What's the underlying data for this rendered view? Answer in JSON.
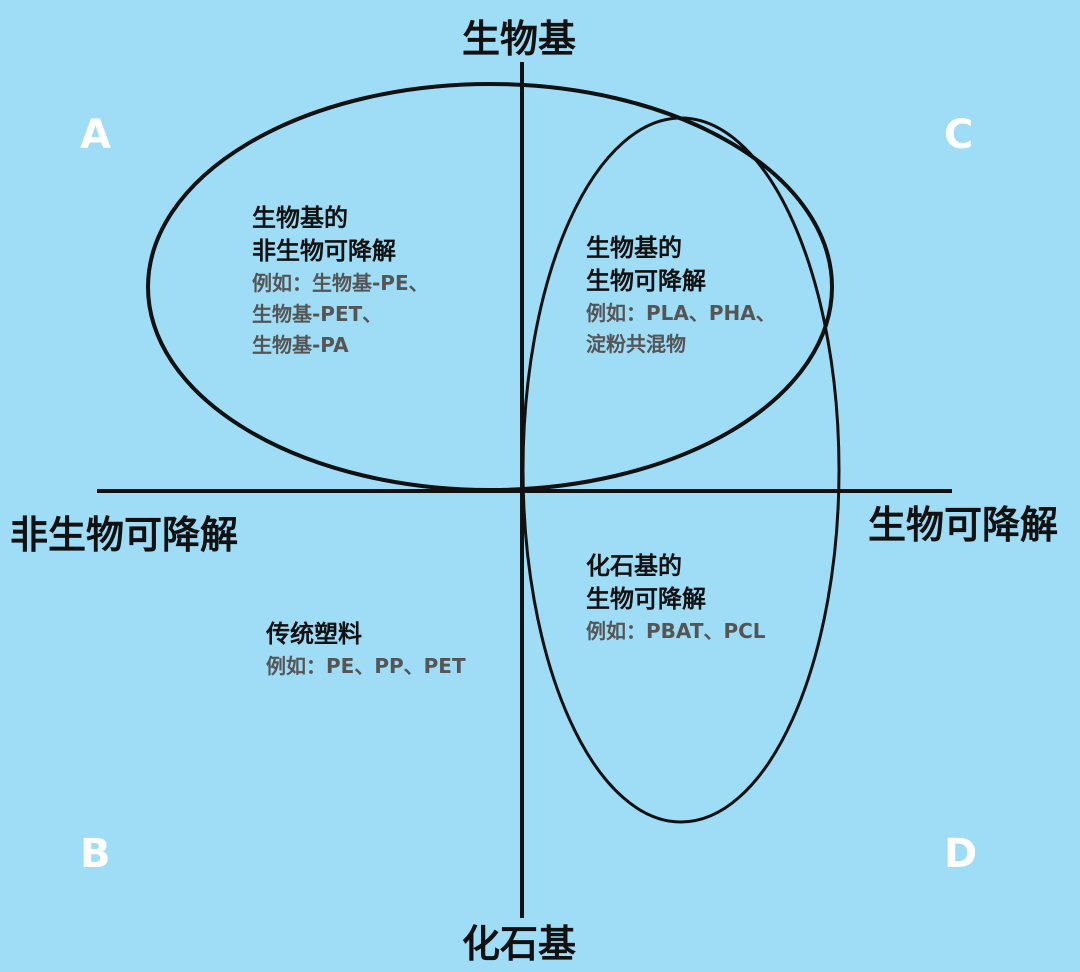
{
  "colors": {
    "background": "#9FDDF7",
    "line": "#111111",
    "quadrant_letter": "#FFFFFF",
    "example_text": "#555555"
  },
  "axes": {
    "top": "生物基",
    "bottom": "化石基",
    "left": "非生物可降解",
    "right": "生物可降解"
  },
  "quadrants": {
    "a": "A",
    "b": "B",
    "c": "C",
    "d": "D"
  },
  "groups": {
    "bio_nondegradable": {
      "title_1": "生物基的",
      "title_2": "非生物可降解",
      "example_1": "例如：生物基-PE、",
      "example_2": "生物基-PET、",
      "example_3": "生物基-PA"
    },
    "bio_degradable": {
      "title_1": "生物基的",
      "title_2": "生物可降解",
      "example_1": "例如：PLA、PHA、",
      "example_2": "淀粉共混物"
    },
    "fossil_degradable": {
      "title_1": "化石基的",
      "title_2": "生物可降解",
      "example_1": "例如：PBAT、PCL"
    },
    "traditional": {
      "title_1": "传统塑料",
      "example_1": "例如：PE、PP、PET"
    }
  }
}
